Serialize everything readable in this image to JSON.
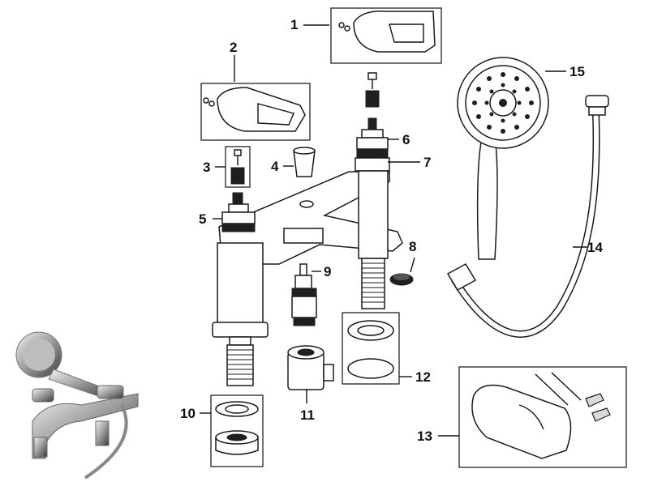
{
  "diagram": {
    "callouts": [
      "1",
      "2",
      "3",
      "4",
      "5",
      "6",
      "7",
      "8",
      "9",
      "10",
      "11",
      "12",
      "13",
      "14",
      "15"
    ]
  },
  "colors": {
    "line": "#111111",
    "chrome_light": "#e6e6e6",
    "chrome_dark": "#1f1f1f"
  }
}
